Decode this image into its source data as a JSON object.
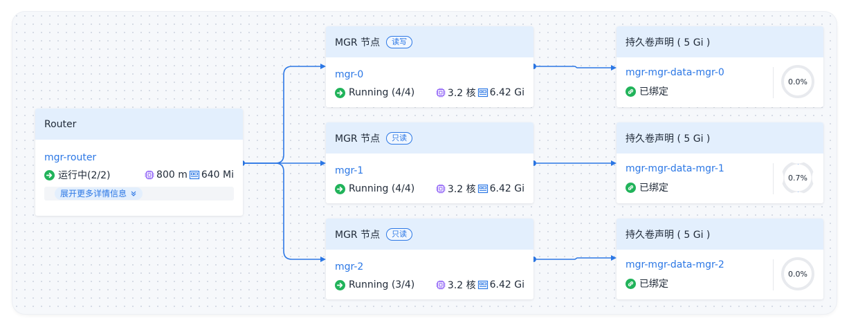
{
  "router": {
    "title": "Router",
    "name": "mgr-router",
    "status": "运行中(2/2)",
    "cpu": "800 m",
    "memory": "640 Mi",
    "expand_label": "展开更多详情信息"
  },
  "mgr_nodes": [
    {
      "title": "MGR 节点",
      "badge": "读写",
      "name": "mgr-0",
      "status": "Running (4/4)",
      "cpu": "3.2 核",
      "memory": "6.42 Gi"
    },
    {
      "title": "MGR 节点",
      "badge": "只读",
      "name": "mgr-1",
      "status": "Running (4/4)",
      "cpu": "3.2 核",
      "memory": "6.42 Gi"
    },
    {
      "title": "MGR 节点",
      "badge": "只读",
      "name": "mgr-2",
      "status": "Running (3/4)",
      "cpu": "3.2 核",
      "memory": "6.42 Gi"
    }
  ],
  "pvcs": [
    {
      "title": "持久卷声明 ( 5 Gi )",
      "name": "mgr-mgr-data-mgr-0",
      "status": "已绑定",
      "usage": "0.0%",
      "usage_fraction": 0.0
    },
    {
      "title": "持久卷声明 ( 5 Gi )",
      "name": "mgr-mgr-data-mgr-1",
      "status": "已绑定",
      "usage": "0.7%",
      "usage_fraction": 0.007
    },
    {
      "title": "持久卷声明 ( 5 Gi )",
      "name": "mgr-mgr-data-mgr-2",
      "status": "已绑定",
      "usage": "0.0%",
      "usage_fraction": 0.0
    }
  ],
  "icons": {
    "running": "play-circle-icon",
    "bound": "link-circle-icon",
    "cpu": "cpu-chip-icon",
    "memory": "memory-icon",
    "expand": "double-chevron-down-icon"
  },
  "colors": {
    "accent": "#2b77e5",
    "success": "#21b35a",
    "cpu": "#8b5cf6",
    "header_bg": "#e3effd"
  }
}
